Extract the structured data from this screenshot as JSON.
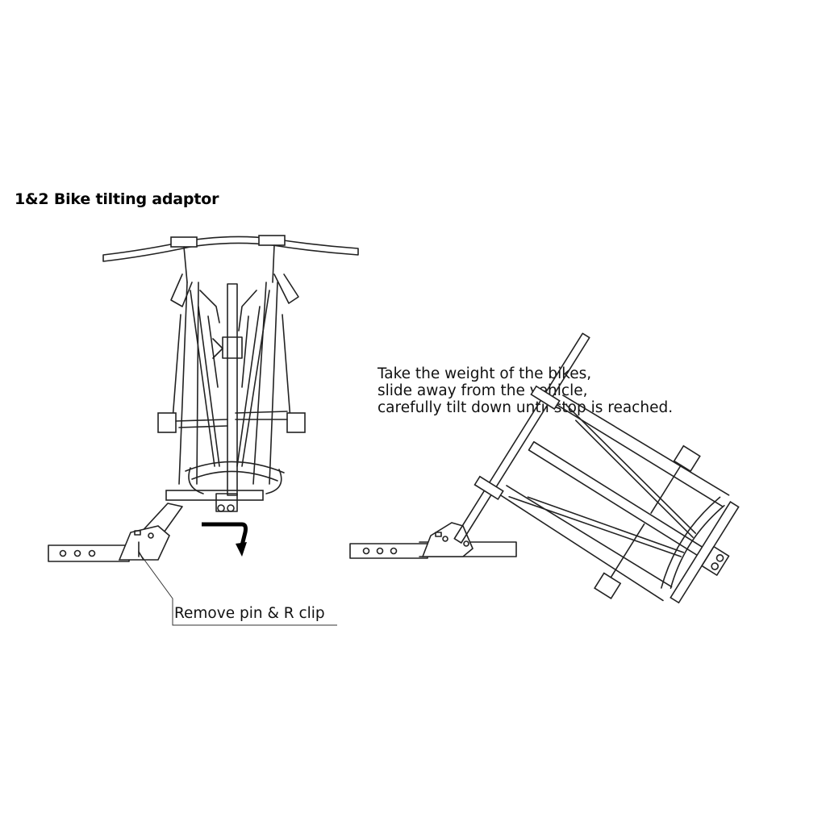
{
  "title": "1&2 Bike tilting adaptor",
  "instructions": [
    "Take the weight of the bikes,",
    "slide away from the vehicle,",
    "carefully tilt down until stop is reached."
  ],
  "callout": "Remove pin & R clip"
}
